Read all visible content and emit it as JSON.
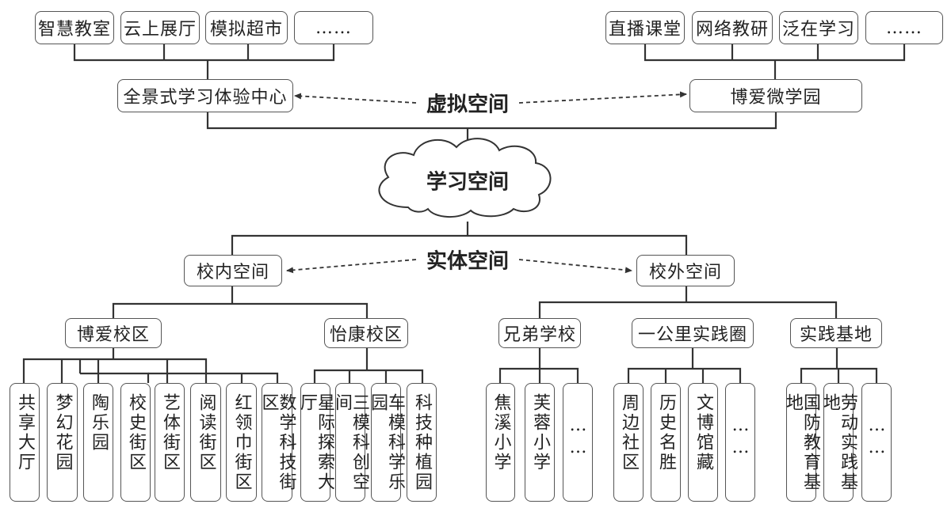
{
  "center": "学习空间",
  "virtual": {
    "label": "虚拟空间",
    "left": {
      "title": "全景式学习体验中心",
      "children": [
        "智慧教室",
        "云上展厅",
        "模拟超市",
        "……"
      ]
    },
    "right": {
      "title": "博爱微学园",
      "children": [
        "直播课堂",
        "网络教研",
        "泛在学习",
        "……"
      ]
    }
  },
  "physical": {
    "label": "实体空间",
    "inner": {
      "title": "校内空间",
      "boai": {
        "title": "博爱校区",
        "children": [
          "共享大厅",
          "梦幻花园",
          "陶乐园",
          "校史街区",
          "艺体街区",
          "阅读街区",
          "红领巾街区",
          "数学科技街区"
        ]
      },
      "yikang": {
        "title": "怡康校区",
        "children": [
          "星际探索大厅",
          "三模科创空间",
          "车模科学乐园",
          "科技种植园"
        ]
      }
    },
    "outer": {
      "title": "校外空间",
      "brother": {
        "title": "兄弟学校",
        "children": [
          "焦溪小学",
          "芙蓉小学",
          "……"
        ]
      },
      "community": {
        "title": "一公里实践圈",
        "children": [
          "周边社区",
          "历史名胜",
          "文博馆藏",
          "……"
        ]
      },
      "base": {
        "title": "实践基地",
        "children": [
          "国防教育基地",
          "劳动实践基地",
          "……"
        ]
      }
    }
  }
}
